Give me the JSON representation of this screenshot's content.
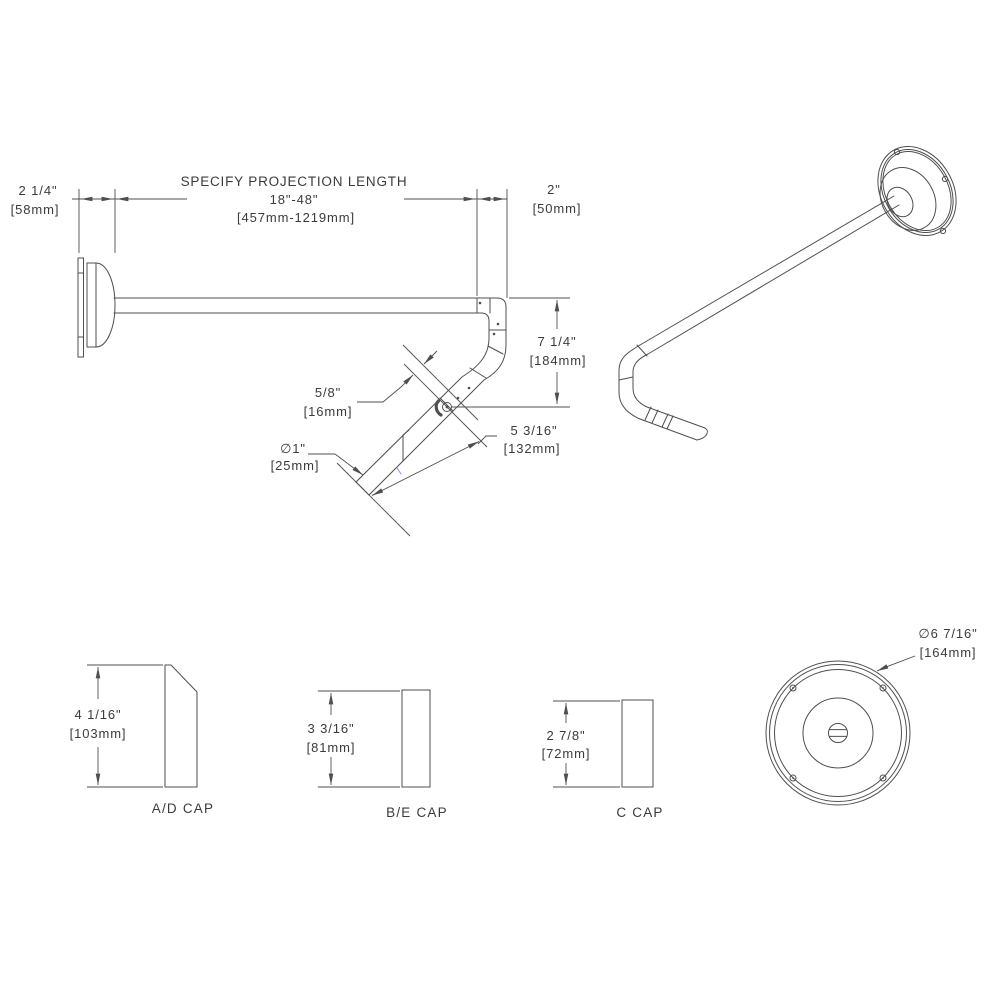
{
  "front_view": {
    "projection": {
      "line1": "SPECIFY PROJECTION LENGTH",
      "line2": "18\"-48\"",
      "line3": "[457mm-1219mm]"
    },
    "plate_depth": {
      "in": "2 1/4\"",
      "mm": "[58mm]"
    },
    "end_width": {
      "in": "2\"",
      "mm": "[50mm]"
    },
    "drop": {
      "in": "7 1/4\"",
      "mm": "[184mm]"
    },
    "screw_offset": {
      "in": "5/8\"",
      "mm": "[16mm]"
    },
    "tube_diameter": {
      "in": "∅1\"",
      "mm": "[25mm]"
    },
    "end_segment": {
      "in": "5 3/16\"",
      "mm": "[132mm]"
    }
  },
  "caps": [
    {
      "label": "A/D CAP",
      "height_in": "4 1/16\"",
      "height_mm": "[103mm]"
    },
    {
      "label": "B/E CAP",
      "height_in": "3 3/16\"",
      "height_mm": "[81mm]"
    },
    {
      "label": "C CAP",
      "height_in": "2 7/8\"",
      "height_mm": "[72mm]"
    }
  ],
  "back_view": {
    "diameter_in": "∅6 7/16\"",
    "diameter_mm": "[164mm]"
  },
  "colors": {
    "line": "#4f4f4f",
    "text": "#3b3b3b",
    "background": "#ffffff",
    "artifact": "#8b8bff"
  }
}
